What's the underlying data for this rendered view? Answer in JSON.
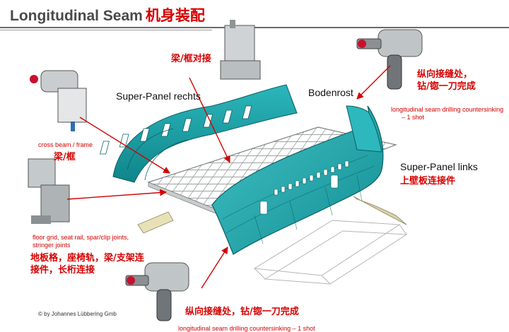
{
  "title": {
    "en": "Longitudinal Seam",
    "cn": "机身装配"
  },
  "labels": {
    "beam_frame_cn": "梁/框对接",
    "super_panel_rechts": "Super-Panel rechts",
    "bodenrost": "Bodenrost",
    "seam_drilling_cn_top": "纵向接缝处，",
    "seam_drilling_cn_top2": "钻/锪一刀完成",
    "seam_drilling_en_top1": "longitudinal seam drilling countersinking",
    "seam_drilling_en_top2": "– 1 shot",
    "cross_beam_en": "cross beam / frame",
    "cross_beam_cn": "梁/框",
    "super_panel_links": "Super-Panel links",
    "upper_panel_cn": "上壁板连接件",
    "floor_grid_en1": "floor grid, seat rail, spar/clip joints,",
    "floor_grid_en2": "stringer joints",
    "floor_grid_cn1": "地板格，座椅轨，梁/支架连",
    "floor_grid_cn2": "接件，长桁连接",
    "seam_drilling_cn_bottom": "纵向接缝处，钻/锪一刀完成",
    "seam_drilling_en_bottom": "longitudinal seam drilling countersinking – 1 shot",
    "copyright": "© by Johannes Lübbering Gmb"
  },
  "colors": {
    "fuselage": "#1aa3a8",
    "fuselage_dark": "#0d6d72",
    "accent_red": "#d50000",
    "title_gray": "#4a4a4a"
  }
}
